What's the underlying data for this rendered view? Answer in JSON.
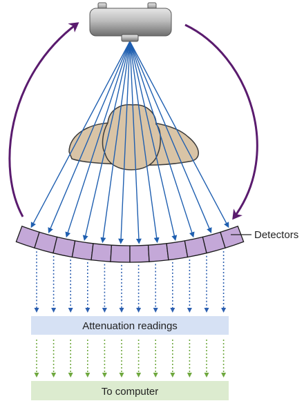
{
  "labels": {
    "detectors": "Detectors",
    "attenuation_readings": "Attenuation readings",
    "to_computer": "To computer"
  },
  "colors": {
    "beam": "#1f5fb0",
    "rotation_arrow": "#5a1b6e",
    "detector_fill": "#c4a8d8",
    "detector_stroke": "#1a1a1a",
    "body_fill": "#d9c4a6",
    "attenuation_band": "#d6e1f4",
    "computer_band": "#dcebcf",
    "blue_dots": "#2c5fb0",
    "green_dots": "#6fa83f",
    "tube_fill": "#9a9a9a"
  },
  "detector_count": 12
}
